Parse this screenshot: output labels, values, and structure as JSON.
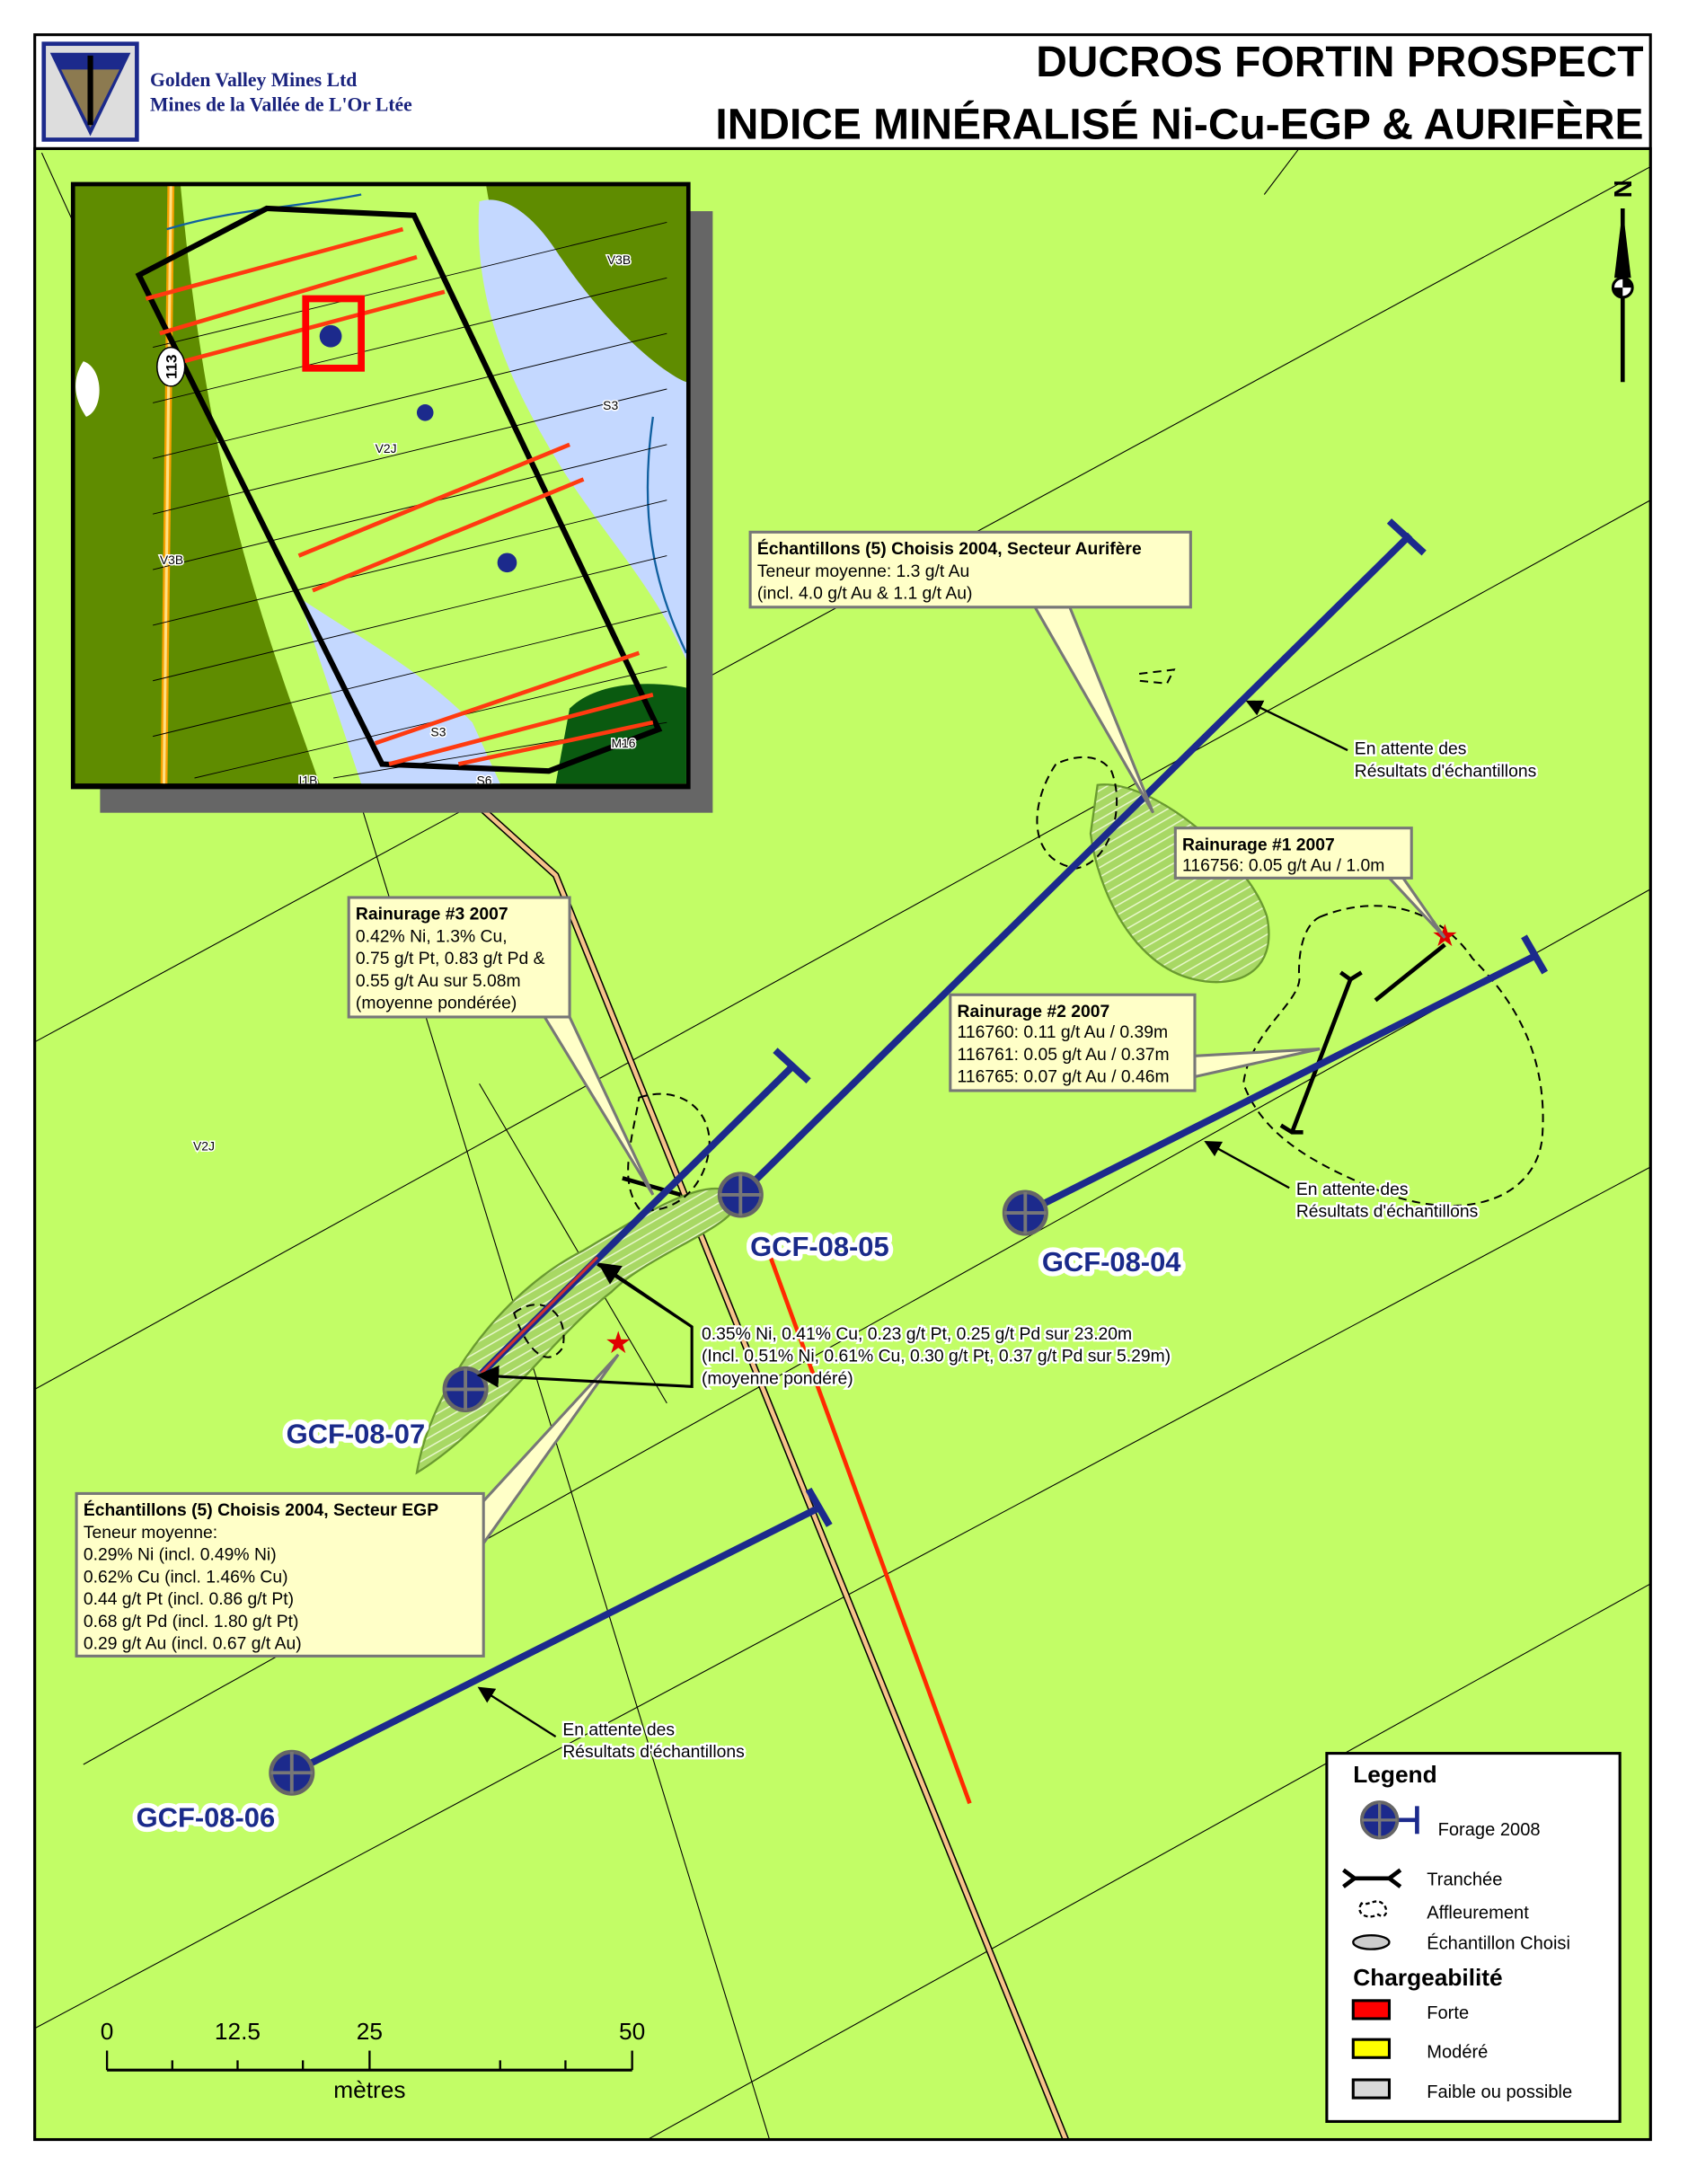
{
  "header": {
    "company_en": "Golden Valley Mines Ltd",
    "company_fr": "Mines de la Vallée de L'Or Ltée",
    "title_line1": "DUCROS FORTIN PROSPECT",
    "title_line2": "INDICE MINÉRALISÉ Ni-Cu-EGP & AURIFÈRE"
  },
  "north_arrow": {
    "label": "N"
  },
  "inset_map": {
    "labels": [
      "V3B",
      "S3",
      "V2J",
      "V3B",
      "S3",
      "I1B",
      "S6",
      "M16"
    ],
    "road_number": "113"
  },
  "drill_holes": [
    {
      "id": "GCF-08-05"
    },
    {
      "id": "GCF-08-04"
    },
    {
      "id": "GCF-08-07"
    },
    {
      "id": "GCF-08-06"
    }
  ],
  "geology_label": "V2J",
  "callouts": {
    "aurifere": {
      "title": "Échantillons (5) Choisis 2004, Secteur Aurifère",
      "lines": [
        "Teneur moyenne: 1.3 g/t Au",
        "(incl. 4.0 g/t Au & 1.1 g/t Au)"
      ]
    },
    "rainurage1": {
      "title": "Rainurage #1 2007",
      "lines": [
        "116756: 0.05 g/t Au / 1.0m"
      ]
    },
    "rainurage3": {
      "title": "Rainurage #3 2007",
      "lines": [
        "0.42% Ni, 1.3% Cu,",
        "0.75 g/t Pt, 0.83 g/t Pd &",
        "0.55 g/t Au sur 5.08m",
        "(moyenne pondérée)"
      ]
    },
    "rainurage2": {
      "title": "Rainurage #2 2007",
      "lines": [
        "116760: 0.11 g/t Au / 0.39m",
        "116761: 0.05 g/t Au / 0.37m",
        "116765: 0.07 g/t Au / 0.46m"
      ]
    },
    "egp": {
      "title": "Échantillons (5) Choisis 2004, Secteur EGP",
      "lines": [
        "Teneur moyenne:",
        "0.29% Ni (incl. 0.49% Ni)",
        "0.62% Cu (incl. 1.46% Cu)",
        "0.44 g/t Pt (incl. 0.86 g/t Pt)",
        "0.68 g/t Pd (incl. 1.80 g/t Pt)",
        "0.29 g/t Au (incl. 0.67 g/t Au)"
      ]
    }
  },
  "intersection_note": {
    "lines": [
      "0.35% Ni, 0.41% Cu, 0.23 g/t Pt, 0.25 g/t Pd sur 23.20m",
      "(Incl. 0.51% Ni, 0.61% Cu, 0.30 g/t Pt, 0.37 g/t Pd sur 5.29m)",
      "(moyenne pondéré)"
    ]
  },
  "pending_notes": [
    {
      "lines": [
        "En attente des",
        "Résultats d'échantillons"
      ]
    },
    {
      "lines": [
        "En attente des",
        "Résultats d'échantillons"
      ]
    },
    {
      "lines": [
        "En attente des",
        "Résultats d'échantillons"
      ]
    }
  ],
  "scale_bar": {
    "ticks": [
      "0",
      "12.5",
      "25",
      "50"
    ],
    "unit": "mètres"
  },
  "legend": {
    "title": "Legend",
    "items": [
      {
        "label": "Forage 2008",
        "icon": "drill-hole-icon"
      },
      {
        "label": "Tranchée",
        "icon": "trench-icon"
      },
      {
        "label": "Affleurement",
        "icon": "outcrop-icon"
      },
      {
        "label": "Échantillon Choisi",
        "icon": "grab-sample-icon"
      }
    ],
    "chargeability_title": "Chargeabilité",
    "chargeability": [
      {
        "label": "Forte",
        "color": "#ff0000"
      },
      {
        "label": "Modéré",
        "color": "#ffff00"
      },
      {
        "label": "Faible ou possible",
        "color": "#d9d9d9"
      }
    ]
  },
  "colors": {
    "map_bg": "#c2fd66",
    "drill": "#1c2a8c",
    "callout": "#ffffc8",
    "inset_dark": "#5f8c00",
    "inset_water": "#c4d8ff"
  }
}
